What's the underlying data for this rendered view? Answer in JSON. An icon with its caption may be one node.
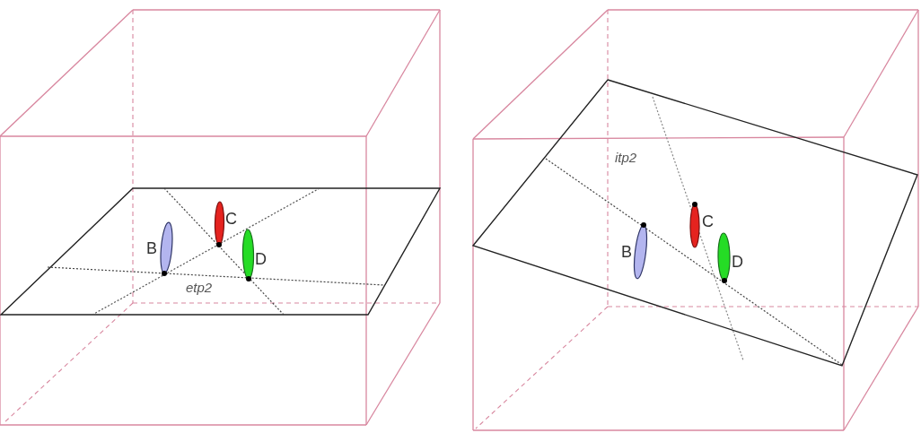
{
  "diagram": {
    "labels": [
      "C",
      "B",
      "D",
      "etp2",
      "itp2",
      "C",
      "B",
      "D"
    ]
  }
}
